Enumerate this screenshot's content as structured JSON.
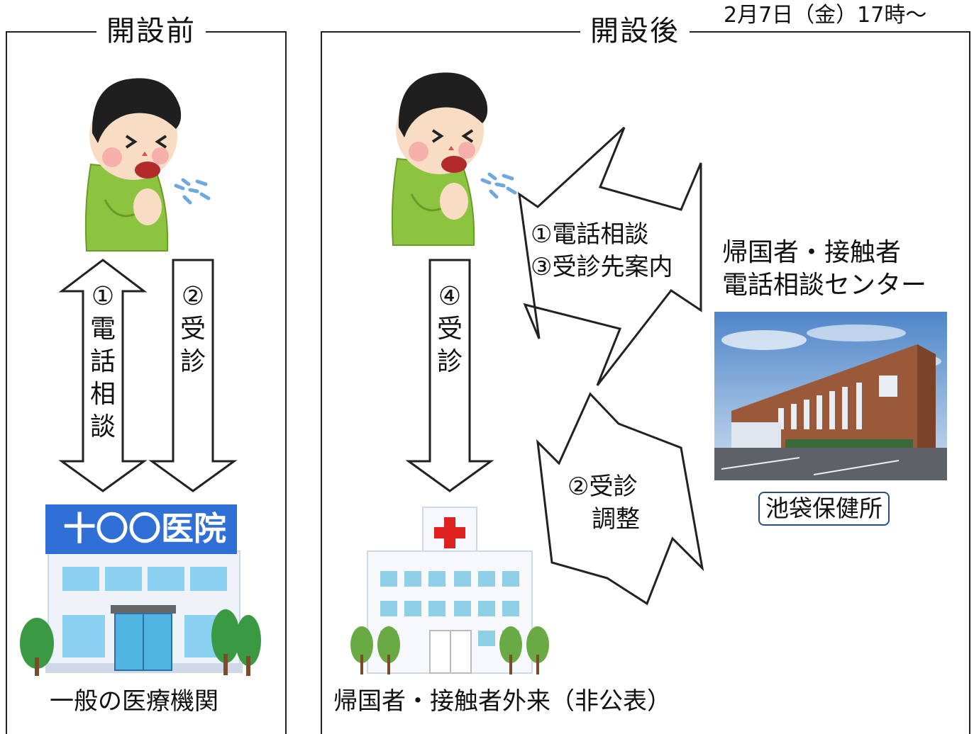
{
  "before": {
    "title": "開設前",
    "arrow1_label": "①\n電\n話\n相\n談",
    "arrow2_label": "②\n受\n診",
    "clinic_sign": "十〇〇医院",
    "caption": "一般の医療機関"
  },
  "after": {
    "title": "開設後",
    "date": "2月7日（金）17時〜",
    "arrow4_label": "④\n受\n診",
    "upper_bolt_label": "①電話相談\n③受診先案内",
    "lower_bolt_label": "②受診\n　調整",
    "center_name": "帰国者・接触者\n電話相談センター",
    "health_office": "池袋保健所",
    "caption": "帰国者・接触者外来（非公表）"
  },
  "colors": {
    "shirt": "#8dc43f",
    "hair": "#1f1f1f",
    "skin": "#f8dcc4",
    "clinic_sign_bg": "#2f6fd6",
    "cross": "#e02020",
    "building_brown": "#9a5a3a",
    "box_border": "#2b4f7d"
  }
}
